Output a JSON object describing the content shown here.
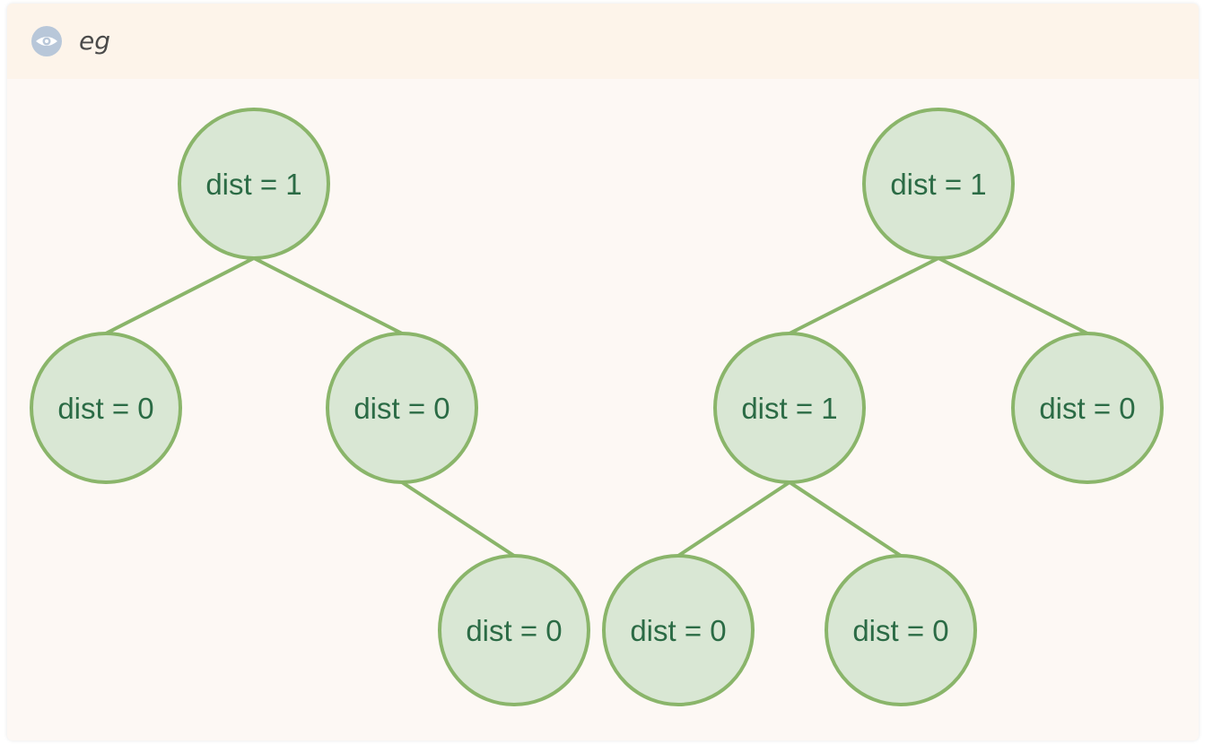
{
  "header": {
    "title": "eg",
    "icon": "eye-icon"
  },
  "colors": {
    "card_background": "#fdf8f4",
    "header_background": "#fdf4ea",
    "node_fill": "#d9e7d4",
    "node_stroke": "#8ab56a",
    "edge_stroke": "#8ab56a",
    "label_text": "#2b6b45",
    "icon_color": "#b8c7d9"
  },
  "diagram": {
    "type": "tree",
    "trees": [
      {
        "nodes": [
          {
            "id": "t1-root",
            "label": "dist = 1"
          },
          {
            "id": "t1-left",
            "label": "dist = 0"
          },
          {
            "id": "t1-right",
            "label": "dist = 0"
          },
          {
            "id": "t1-right-right",
            "label": "dist = 0"
          }
        ],
        "edges": [
          [
            "t1-root",
            "t1-left"
          ],
          [
            "t1-root",
            "t1-right"
          ],
          [
            "t1-right",
            "t1-right-right"
          ]
        ]
      },
      {
        "nodes": [
          {
            "id": "t2-root",
            "label": "dist = 1"
          },
          {
            "id": "t2-left",
            "label": "dist = 1"
          },
          {
            "id": "t2-right",
            "label": "dist = 0"
          },
          {
            "id": "t2-left-left",
            "label": "dist = 0"
          },
          {
            "id": "t2-left-right",
            "label": "dist = 0"
          }
        ],
        "edges": [
          [
            "t2-root",
            "t2-left"
          ],
          [
            "t2-root",
            "t2-right"
          ],
          [
            "t2-left",
            "t2-left-left"
          ],
          [
            "t2-left",
            "t2-left-right"
          ]
        ]
      }
    ]
  }
}
